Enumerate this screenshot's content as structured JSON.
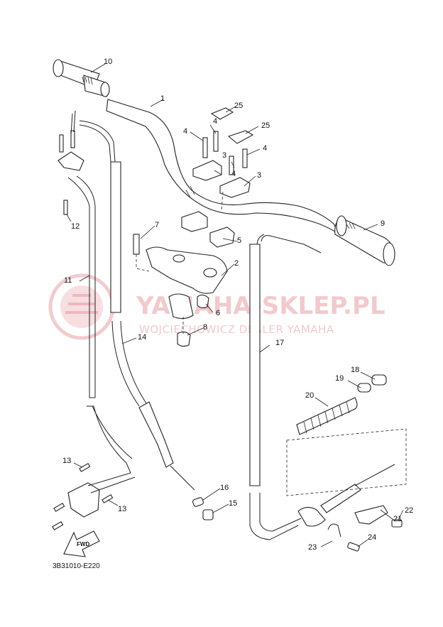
{
  "diagram_code": "3B31010-E220",
  "watermark": {
    "main": "YAMAHA-SKLEP.PL",
    "sub": "WOJCIECHOWICZ DEALER YAMAHA"
  },
  "fwd_label": "FWD",
  "callouts": {
    "c1": "1",
    "c2": "2",
    "c3a": "3",
    "c3b": "3",
    "c4a": "4",
    "c4b": "4",
    "c4c": "4",
    "c4d": "4",
    "c5": "5",
    "c6": "6",
    "c7": "7",
    "c8": "8",
    "c9": "9",
    "c10": "10",
    "c11": "11",
    "c12": "12",
    "c13a": "13",
    "c13b": "13",
    "c14": "14",
    "c15": "15",
    "c16": "16",
    "c17": "17",
    "c18": "18",
    "c19": "19",
    "c20": "20",
    "c21": "21",
    "c22": "22",
    "c23": "23",
    "c24": "24",
    "c25a": "25",
    "c25b": "25"
  }
}
